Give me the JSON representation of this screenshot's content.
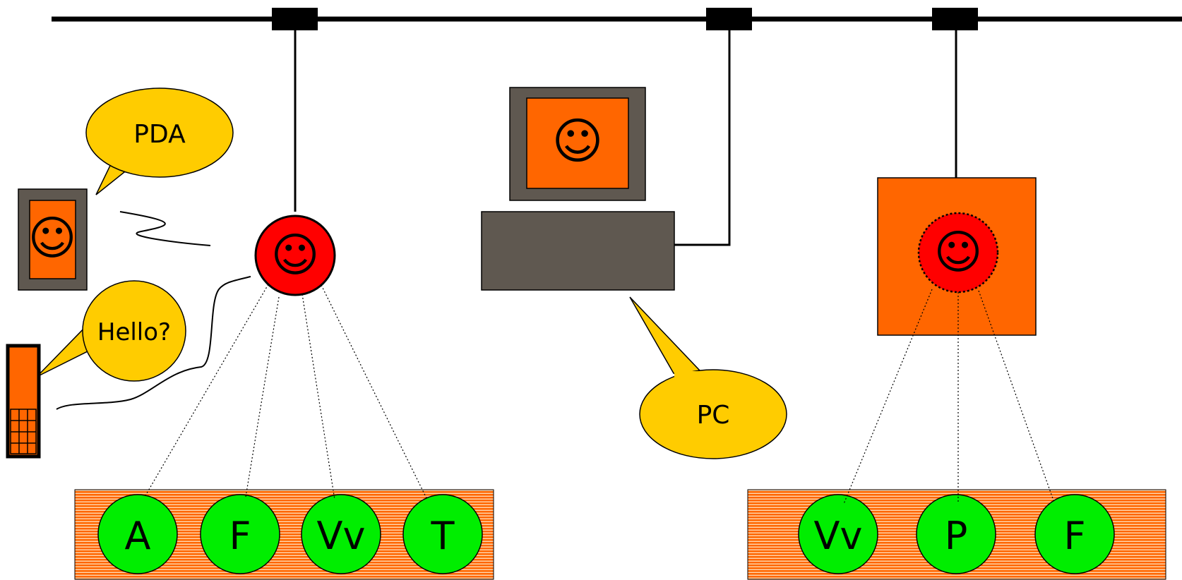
{
  "colors": {
    "bus": "#000000",
    "node_red": "#ff0000",
    "node_orange": "#ff6600",
    "device_gray": "#5f5850",
    "bubble_yellow": "#ffcc00",
    "service_green": "#00ee00",
    "stripe_a": "#ff6600",
    "stripe_b": "#ffd9b3"
  },
  "icons": {
    "smiley": "☺"
  },
  "callouts": {
    "pda": "PDA",
    "phone": "Hello?",
    "pc": "PC"
  },
  "left_services": [
    "A",
    "F",
    "Vv",
    "T"
  ],
  "right_services": [
    "Vv",
    "P",
    "F"
  ]
}
